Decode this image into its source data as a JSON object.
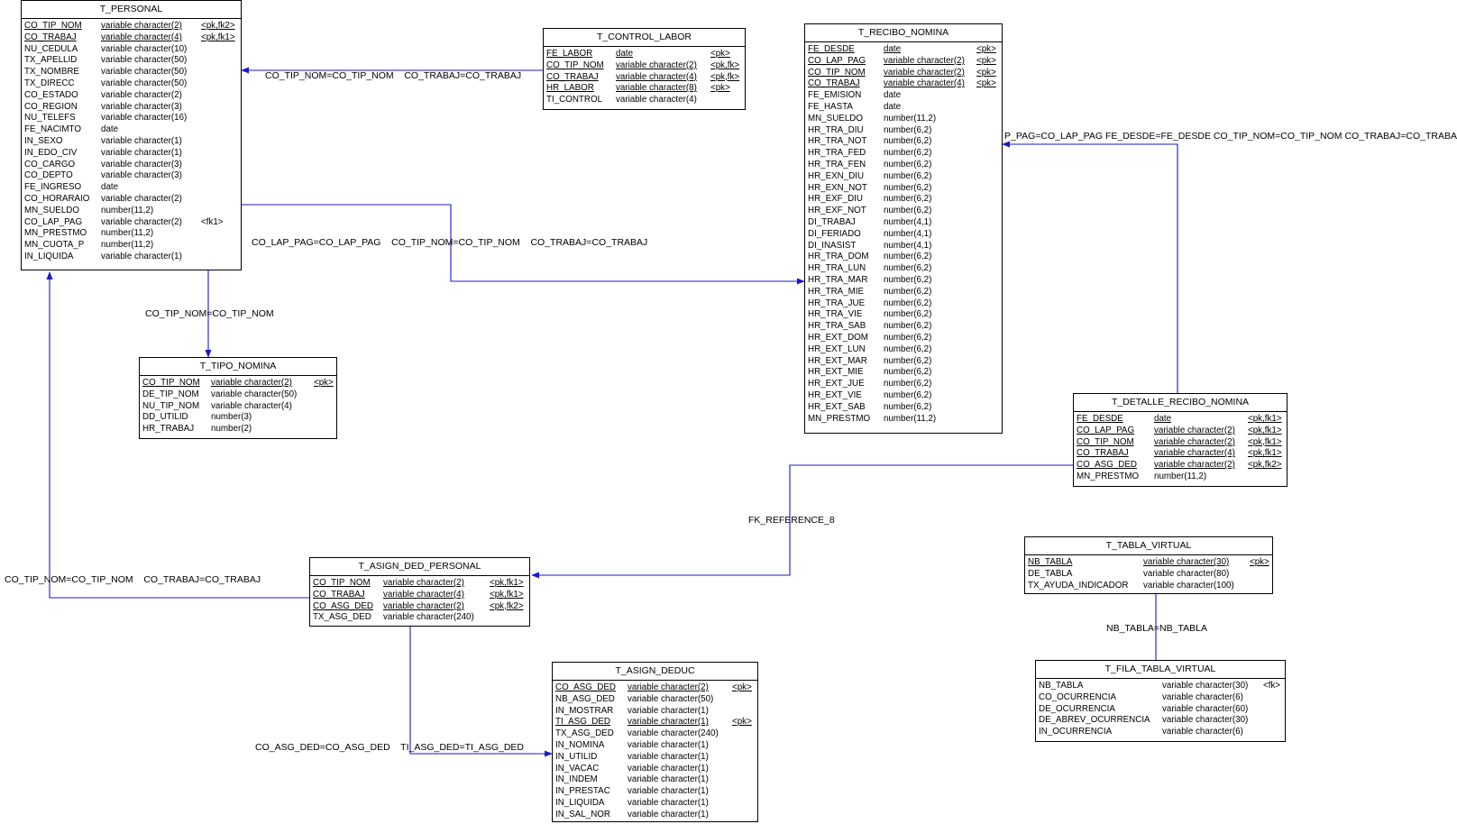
{
  "tables": [
    {
      "id": "t_personal",
      "title": "T_PERSONAL",
      "rows": [
        {
          "name": "CO_TIP_NOM",
          "type": "variable character(2)",
          "key": "<pk,fk2>",
          "pk": true
        },
        {
          "name": "CO_TRABAJ",
          "type": "variable character(4)",
          "key": "<pk,fk1>",
          "pk": true
        },
        {
          "name": "NU_CEDULA",
          "type": "variable character(10)",
          "key": "",
          "pk": false
        },
        {
          "name": "TX_APELLID",
          "type": "variable character(50)",
          "key": "",
          "pk": false
        },
        {
          "name": "TX_NOMBRE",
          "type": "variable character(50)",
          "key": "",
          "pk": false
        },
        {
          "name": "TX_DIRECC",
          "type": "variable character(50)",
          "key": "",
          "pk": false
        },
        {
          "name": "CO_ESTADO",
          "type": "variable character(2)",
          "key": "",
          "pk": false
        },
        {
          "name": "CO_REGION",
          "type": "variable character(3)",
          "key": "",
          "pk": false
        },
        {
          "name": "NU_TELEFS",
          "type": "variable character(16)",
          "key": "",
          "pk": false
        },
        {
          "name": "FE_NACIMTO",
          "type": "date",
          "key": "",
          "pk": false
        },
        {
          "name": "IN_SEXO",
          "type": "variable character(1)",
          "key": "",
          "pk": false
        },
        {
          "name": "IN_EDO_CIV",
          "type": "variable character(1)",
          "key": "",
          "pk": false
        },
        {
          "name": "CO_CARGO",
          "type": "variable character(3)",
          "key": "",
          "pk": false
        },
        {
          "name": "CO_DEPTO",
          "type": "variable character(3)",
          "key": "",
          "pk": false
        },
        {
          "name": "FE_INGRESO",
          "type": "date",
          "key": "",
          "pk": false
        },
        {
          "name": "CO_HORARAIO",
          "type": "variable character(2)",
          "key": "",
          "pk": false
        },
        {
          "name": "MN_SUELDO",
          "type": "number(11,2)",
          "key": "",
          "pk": false
        },
        {
          "name": "CO_LAP_PAG",
          "type": "variable character(2)",
          "key": "<fk1>",
          "pk": false
        },
        {
          "name": "MN_PRESTMO",
          "type": "number(11,2)",
          "key": "",
          "pk": false
        },
        {
          "name": "MN_CUOTA_P",
          "type": "number(11,2)",
          "key": "",
          "pk": false
        },
        {
          "name": "IN_LIQUIDA",
          "type": "variable character(1)",
          "key": "",
          "pk": false
        }
      ]
    },
    {
      "id": "t_control_labor",
      "title": "T_CONTROL_LABOR",
      "rows": [
        {
          "name": "FE_LABOR",
          "type": "date",
          "key": "<pk>",
          "pk": true
        },
        {
          "name": "CO_TIP_NOM",
          "type": "variable character(2)",
          "key": "<pk,fk>",
          "pk": true
        },
        {
          "name": "CO_TRABAJ",
          "type": "variable character(4)",
          "key": "<pk,fk>",
          "pk": true
        },
        {
          "name": "HR_LABOR",
          "type": "variable character(8)",
          "key": "<pk>",
          "pk": true
        },
        {
          "name": "TI_CONTROL",
          "type": "variable character(4)",
          "key": "",
          "pk": false
        }
      ]
    },
    {
      "id": "t_recibo_nomina",
      "title": "T_RECIBO_NOMINA",
      "rows": [
        {
          "name": "FE_DESDE",
          "type": "date",
          "key": "<pk>",
          "pk": true
        },
        {
          "name": "CO_LAP_PAG",
          "type": "variable character(2)",
          "key": "<pk>",
          "pk": true
        },
        {
          "name": "CO_TIP_NOM",
          "type": "variable character(2)",
          "key": "<pk>",
          "pk": true
        },
        {
          "name": "CO_TRABAJ",
          "type": "variable character(4)",
          "key": "<pk>",
          "pk": true
        },
        {
          "name": "FE_EMISION",
          "type": "date",
          "key": "",
          "pk": false
        },
        {
          "name": "FE_HASTA",
          "type": "date",
          "key": "",
          "pk": false
        },
        {
          "name": "MN_SUELDO",
          "type": "number(11,2)",
          "key": "",
          "pk": false
        },
        {
          "name": "HR_TRA_DIU",
          "type": "number(6,2)",
          "key": "",
          "pk": false
        },
        {
          "name": "HR_TRA_NOT",
          "type": "number(6,2)",
          "key": "",
          "pk": false
        },
        {
          "name": "HR_TRA_FED",
          "type": "number(6,2)",
          "key": "",
          "pk": false
        },
        {
          "name": "HR_TRA_FEN",
          "type": "number(6,2)",
          "key": "",
          "pk": false
        },
        {
          "name": "HR_EXN_DIU",
          "type": "number(6,2)",
          "key": "",
          "pk": false
        },
        {
          "name": "HR_EXN_NOT",
          "type": "number(6,2)",
          "key": "",
          "pk": false
        },
        {
          "name": "HR_EXF_DIU",
          "type": "number(6,2)",
          "key": "",
          "pk": false
        },
        {
          "name": "HR_EXF_NOT",
          "type": "number(6,2)",
          "key": "",
          "pk": false
        },
        {
          "name": "DI_TRABAJ",
          "type": "number(4,1)",
          "key": "",
          "pk": false
        },
        {
          "name": "DI_FERIADO",
          "type": "number(4,1)",
          "key": "",
          "pk": false
        },
        {
          "name": "DI_INASIST",
          "type": "number(4,1)",
          "key": "",
          "pk": false
        },
        {
          "name": "HR_TRA_DOM",
          "type": "number(6,2)",
          "key": "",
          "pk": false
        },
        {
          "name": "HR_TRA_LUN",
          "type": "number(6,2)",
          "key": "",
          "pk": false
        },
        {
          "name": "HR_TRA_MAR",
          "type": "number(6,2)",
          "key": "",
          "pk": false
        },
        {
          "name": "HR_TRA_MIE",
          "type": "number(6,2)",
          "key": "",
          "pk": false
        },
        {
          "name": "HR_TRA_JUE",
          "type": "number(6,2)",
          "key": "",
          "pk": false
        },
        {
          "name": "HR_TRA_VIE",
          "type": "number(6,2)",
          "key": "",
          "pk": false
        },
        {
          "name": "HR_TRA_SAB",
          "type": "number(6,2)",
          "key": "",
          "pk": false
        },
        {
          "name": "HR_EXT_DOM",
          "type": "number(6,2)",
          "key": "",
          "pk": false
        },
        {
          "name": "HR_EXT_LUN",
          "type": "number(6,2)",
          "key": "",
          "pk": false
        },
        {
          "name": "HR_EXT_MAR",
          "type": "number(6,2)",
          "key": "",
          "pk": false
        },
        {
          "name": "HR_EXT_MIE",
          "type": "number(6,2)",
          "key": "",
          "pk": false
        },
        {
          "name": "HR_EXT_JUE",
          "type": "number(6,2)",
          "key": "",
          "pk": false
        },
        {
          "name": "HR_EXT_VIE",
          "type": "number(6,2)",
          "key": "",
          "pk": false
        },
        {
          "name": "HR_EXT_SAB",
          "type": "number(6,2)",
          "key": "",
          "pk": false
        },
        {
          "name": "MN_PRESTMO",
          "type": "number(11,2)",
          "key": "",
          "pk": false
        }
      ]
    },
    {
      "id": "t_tipo_nomina",
      "title": "T_TIPO_NOMINA",
      "rows": [
        {
          "name": "CO_TIP_NOM",
          "type": "variable character(2)",
          "key": "<pk>",
          "pk": true
        },
        {
          "name": "DE_TIP_NOM",
          "type": "variable character(50)",
          "key": "",
          "pk": false
        },
        {
          "name": "NU_TIP_NOM",
          "type": "variable character(4)",
          "key": "",
          "pk": false
        },
        {
          "name": "DD_UTILID",
          "type": "number(3)",
          "key": "",
          "pk": false
        },
        {
          "name": "HR_TRABAJ",
          "type": "number(2)",
          "key": "",
          "pk": false
        }
      ]
    },
    {
      "id": "t_detalle_recibo_nomina",
      "title": "T_DETALLE_RECIBO_NOMINA",
      "rows": [
        {
          "name": "FE_DESDE",
          "type": "date",
          "key": "<pk,fk1>",
          "pk": true
        },
        {
          "name": "CO_LAP_PAG",
          "type": "variable character(2)",
          "key": "<pk,fk1>",
          "pk": true
        },
        {
          "name": "CO_TIP_NOM",
          "type": "variable character(2)",
          "key": "<pk,fk1>",
          "pk": true
        },
        {
          "name": "CO_TRABAJ",
          "type": "variable character(4)",
          "key": "<pk,fk1>",
          "pk": true
        },
        {
          "name": "CO_ASG_DED",
          "type": "variable character(2)",
          "key": "<pk,fk2>",
          "pk": true
        },
        {
          "name": "MN_PRESTMO",
          "type": "number(11,2)",
          "key": "",
          "pk": false
        }
      ]
    },
    {
      "id": "t_tabla_virtual",
      "title": "T_TABLA_VIRTUAL",
      "rows": [
        {
          "name": "NB_TABLA",
          "type": "variable character(30)",
          "key": "<pk>",
          "pk": true
        },
        {
          "name": "DE_TABLA",
          "type": "variable character(80)",
          "key": "",
          "pk": false
        },
        {
          "name": "TX_AYUDA_INDICADOR",
          "type": "variable character(100)",
          "key": "",
          "pk": false
        }
      ]
    },
    {
      "id": "t_asign_ded_personal",
      "title": "T_ASIGN_DED_PERSONAL",
      "rows": [
        {
          "name": "CO_TIP_NOM",
          "type": "variable character(2)",
          "key": "<pk,fk1>",
          "pk": true
        },
        {
          "name": "CO_TRABAJ",
          "type": "variable character(4)",
          "key": "<pk,fk1>",
          "pk": true
        },
        {
          "name": "CO_ASG_DED",
          "type": "variable character(2)",
          "key": "<pk,fk2>",
          "pk": true
        },
        {
          "name": "TX_ASG_DED",
          "type": "variable character(240)",
          "key": "",
          "pk": false
        }
      ]
    },
    {
      "id": "t_asign_deduc",
      "title": "T_ASIGN_DEDUC",
      "rows": [
        {
          "name": "CO_ASG_DED",
          "type": "variable character(2)",
          "key": "<pk>",
          "pk": true
        },
        {
          "name": "NB_ASG_DED",
          "type": "variable character(50)",
          "key": "",
          "pk": false
        },
        {
          "name": "IN_MOSTRAR",
          "type": "variable character(1)",
          "key": "",
          "pk": false
        },
        {
          "name": "TI_ASG_DED",
          "type": "variable character(1)",
          "key": "<pk>",
          "pk": true
        },
        {
          "name": "TX_ASG_DED",
          "type": "variable character(240)",
          "key": "",
          "pk": false
        },
        {
          "name": "IN_NOMINA",
          "type": "variable character(1)",
          "key": "",
          "pk": false
        },
        {
          "name": "IN_UTILID",
          "type": "variable character(1)",
          "key": "",
          "pk": false
        },
        {
          "name": "IN_VACAC",
          "type": "variable character(1)",
          "key": "",
          "pk": false
        },
        {
          "name": "IN_INDEM",
          "type": "variable character(1)",
          "key": "",
          "pk": false
        },
        {
          "name": "IN_PRESTAC",
          "type": "variable character(1)",
          "key": "",
          "pk": false
        },
        {
          "name": "IN_LIQUIDA",
          "type": "variable character(1)",
          "key": "",
          "pk": false
        },
        {
          "name": "IN_SAL_NOR",
          "type": "variable character(1)",
          "key": "",
          "pk": false
        }
      ]
    },
    {
      "id": "t_fila_tabla_virtual",
      "title": "T_FILA_TABLA_VIRTUAL",
      "rows": [
        {
          "name": "NB_TABLA",
          "type": "variable character(30)",
          "key": "<fk>",
          "pk": false
        },
        {
          "name": "CO_OCURRENCIA",
          "type": "variable character(6)",
          "key": "",
          "pk": false
        },
        {
          "name": "DE_OCURRENCIA",
          "type": "variable character(60)",
          "key": "",
          "pk": false
        },
        {
          "name": "DE_ABREV_OCURRENCIA",
          "type": "variable character(30)",
          "key": "",
          "pk": false
        },
        {
          "name": "IN_OCURRENCIA",
          "type": "variable character(6)",
          "key": "",
          "pk": false
        }
      ]
    }
  ],
  "relationships": {
    "r1": "CO_TIP_NOM=CO_TIP_NOM    CO_TRABAJ=CO_TRABAJ",
    "r2": "CO_LAP_PAG=CO_LAP_PAG    CO_TIP_NOM=CO_TIP_NOM    CO_TRABAJ=CO_TRABAJ",
    "r3": "CO_TIP_NOM=CO_TIP_NOM",
    "r4": "P_PAG=CO_LAP_PAG FE_DESDE=FE_DESDE CO_TIP_NOM=CO_TIP_NOM CO_TRABAJ=CO_TRABAJ",
    "r5": "FK_REFERENCE_8",
    "r6": "CO_TIP_NOM=CO_TIP_NOM    CO_TRABAJ=CO_TRABAJ",
    "r7": "CO_ASG_DED=CO_ASG_DED    TI_ASG_DED=TI_ASG_DED",
    "r8": "NB_TABLA=NB_TABLA"
  },
  "colors": {
    "line": "#1a1ac8",
    "border": "#000000",
    "text": "#000000"
  }
}
